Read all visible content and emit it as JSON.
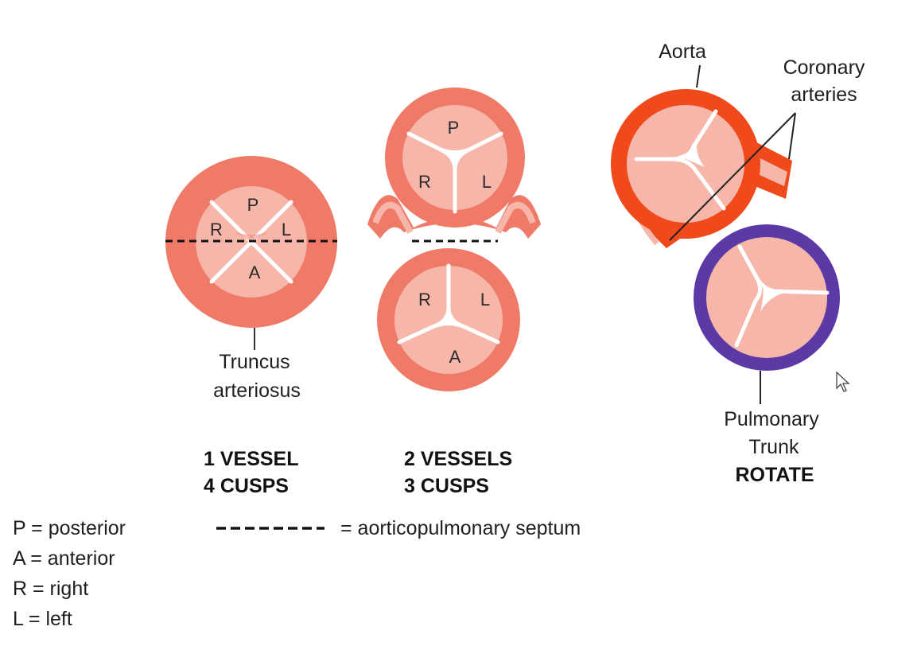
{
  "diagram": {
    "truncus": {
      "cusps": {
        "posterior": "P",
        "right": "R",
        "left": "L",
        "anterior": "A"
      },
      "label_line1": "Truncus",
      "label_line2": "arteriosus",
      "summary_line1": "1 VESSEL",
      "summary_line2": "4 CUSPS"
    },
    "split": {
      "upper_cusps": {
        "posterior": "P",
        "right": "R",
        "left": "L"
      },
      "lower_cusps": {
        "right": "R",
        "left": "L",
        "anterior": "A"
      },
      "summary_line1": "2 VESSELS",
      "summary_line2": "3 CUSPS"
    },
    "rotated": {
      "aorta_label": "Aorta",
      "coronary_line1": "Coronary",
      "coronary_line2": "arteries",
      "pulmonary_line1": "Pulmonary",
      "pulmonary_line2": "Trunk",
      "rotate_label": "ROTATE"
    },
    "legend": {
      "posterior": "P = posterior",
      "anterior": "A = anterior",
      "right": "R = right",
      "left": "L = left",
      "septum": "= aorticopulmonary septum"
    },
    "colors": {
      "vessel_wall": "#ef7a68",
      "vessel_lumen": "#f6b7aa",
      "aorta_wall": "#f04a1c",
      "pulmonary_wall": "#5b3aa6"
    }
  }
}
